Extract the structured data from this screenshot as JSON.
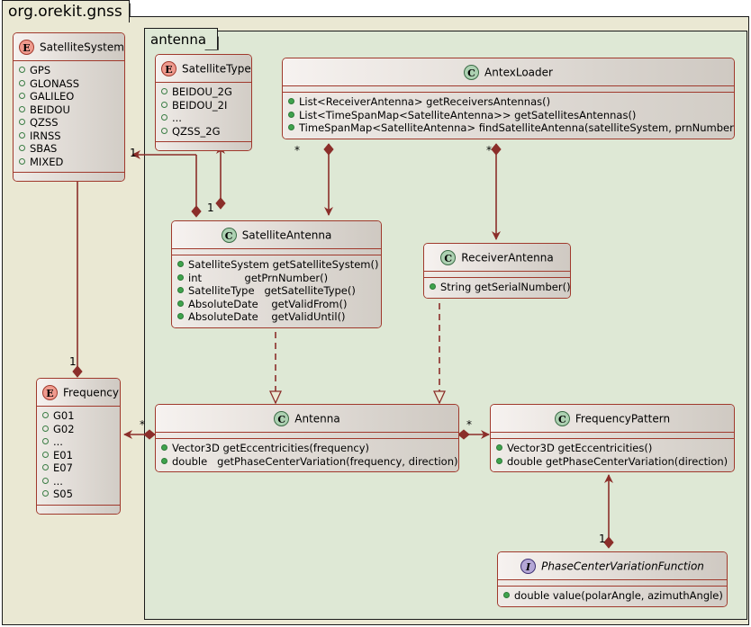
{
  "packages": {
    "outer": {
      "name": "org.orekit.gnss",
      "bg": "#EAE8D3"
    },
    "inner": {
      "name": "antenna",
      "bg": "#DEE8D5"
    }
  },
  "nodes": [
    {
      "id": "satellite-system",
      "stereotype": "E",
      "name": "SatelliteSystem",
      "members": [
        {
          "kind": "field",
          "text": "GPS"
        },
        {
          "kind": "field",
          "text": "GLONASS"
        },
        {
          "kind": "field",
          "text": "GALILEO"
        },
        {
          "kind": "field",
          "text": "BEIDOU"
        },
        {
          "kind": "field",
          "text": "QZSS"
        },
        {
          "kind": "field",
          "text": "IRNSS"
        },
        {
          "kind": "field",
          "text": "SBAS"
        },
        {
          "kind": "field",
          "text": "MIXED"
        }
      ]
    },
    {
      "id": "satellite-type",
      "stereotype": "E",
      "name": "SatelliteType",
      "members": [
        {
          "kind": "field",
          "text": "BEIDOU_2G"
        },
        {
          "kind": "field",
          "text": "BEIDOU_2I"
        },
        {
          "kind": "field",
          "text": "..."
        },
        {
          "kind": "field",
          "text": "QZSS_2G"
        }
      ]
    },
    {
      "id": "antex-loader",
      "stereotype": "C",
      "name": "AntexLoader",
      "members": [
        {
          "kind": "method",
          "text": "List<ReceiverAntenna> getReceiversAntennas()"
        },
        {
          "kind": "method",
          "text": "List<TimeSpanMap<SatelliteAntenna>> getSatellitesAntennas()"
        },
        {
          "kind": "method",
          "text": "TimeSpanMap<SatelliteAntenna> findSatelliteAntenna(satelliteSystem, prnNumber)"
        }
      ]
    },
    {
      "id": "satellite-antenna",
      "stereotype": "C",
      "name": "SatelliteAntenna",
      "members": [
        {
          "kind": "method",
          "text": "SatelliteSystem getSatelliteSystem()"
        },
        {
          "kind": "method",
          "text": "int             getPrnNumber()"
        },
        {
          "kind": "method",
          "text": "SatelliteType   getSatelliteType()"
        },
        {
          "kind": "method",
          "text": "AbsoluteDate    getValidFrom()"
        },
        {
          "kind": "method",
          "text": "AbsoluteDate    getValidUntil()"
        }
      ]
    },
    {
      "id": "receiver-antenna",
      "stereotype": "C",
      "name": "ReceiverAntenna",
      "members": [
        {
          "kind": "method",
          "text": "String getSerialNumber()"
        }
      ]
    },
    {
      "id": "frequency",
      "stereotype": "E",
      "name": "Frequency",
      "members": [
        {
          "kind": "field",
          "text": "G01"
        },
        {
          "kind": "field",
          "text": "G02"
        },
        {
          "kind": "field",
          "text": "..."
        },
        {
          "kind": "field",
          "text": "E01"
        },
        {
          "kind": "field",
          "text": "E07"
        },
        {
          "kind": "field",
          "text": "..."
        },
        {
          "kind": "field",
          "text": "S05"
        }
      ]
    },
    {
      "id": "antenna",
      "stereotype": "C",
      "name": "Antenna",
      "members": [
        {
          "kind": "method",
          "text": "Vector3D getEccentricities(frequency)"
        },
        {
          "kind": "method",
          "text": "double   getPhaseCenterVariation(frequency, direction)"
        }
      ]
    },
    {
      "id": "frequency-pattern",
      "stereotype": "C",
      "name": "FrequencyPattern",
      "members": [
        {
          "kind": "method",
          "text": "Vector3D getEccentricities()"
        },
        {
          "kind": "method",
          "text": "double getPhaseCenterVariation(direction)"
        }
      ]
    },
    {
      "id": "phase-center-variation-function",
      "stereotype": "I",
      "name": "PhaseCenterVariationFunction",
      "italic": true,
      "members": [
        {
          "kind": "method",
          "text": "double value(polarAngle, azimuthAngle)"
        }
      ]
    }
  ],
  "multiplicities": [
    {
      "id": "mult-satsys-antexloader",
      "label": "1"
    },
    {
      "id": "mult-sattype-satant",
      "label": "1"
    },
    {
      "id": "mult-antexloader-satant",
      "label": "*"
    },
    {
      "id": "mult-antexloader-recant",
      "label": "*"
    },
    {
      "id": "mult-frequency-satsys",
      "label": "1"
    },
    {
      "id": "mult-antenna-frequency",
      "label": "*"
    },
    {
      "id": "mult-antenna-freqpattern",
      "label": "*"
    },
    {
      "id": "mult-freqpattern-pcvf",
      "label": "1"
    }
  ],
  "colors": {
    "line": "#8B2E2A",
    "node_border": "#A0392C",
    "enum_badge": "#EF9A8E",
    "class_badge": "#ADD1B2",
    "interface_badge": "#B4A7D6",
    "outer_package_bg": "#EAE8D3",
    "inner_package_bg": "#DEE8D5"
  }
}
